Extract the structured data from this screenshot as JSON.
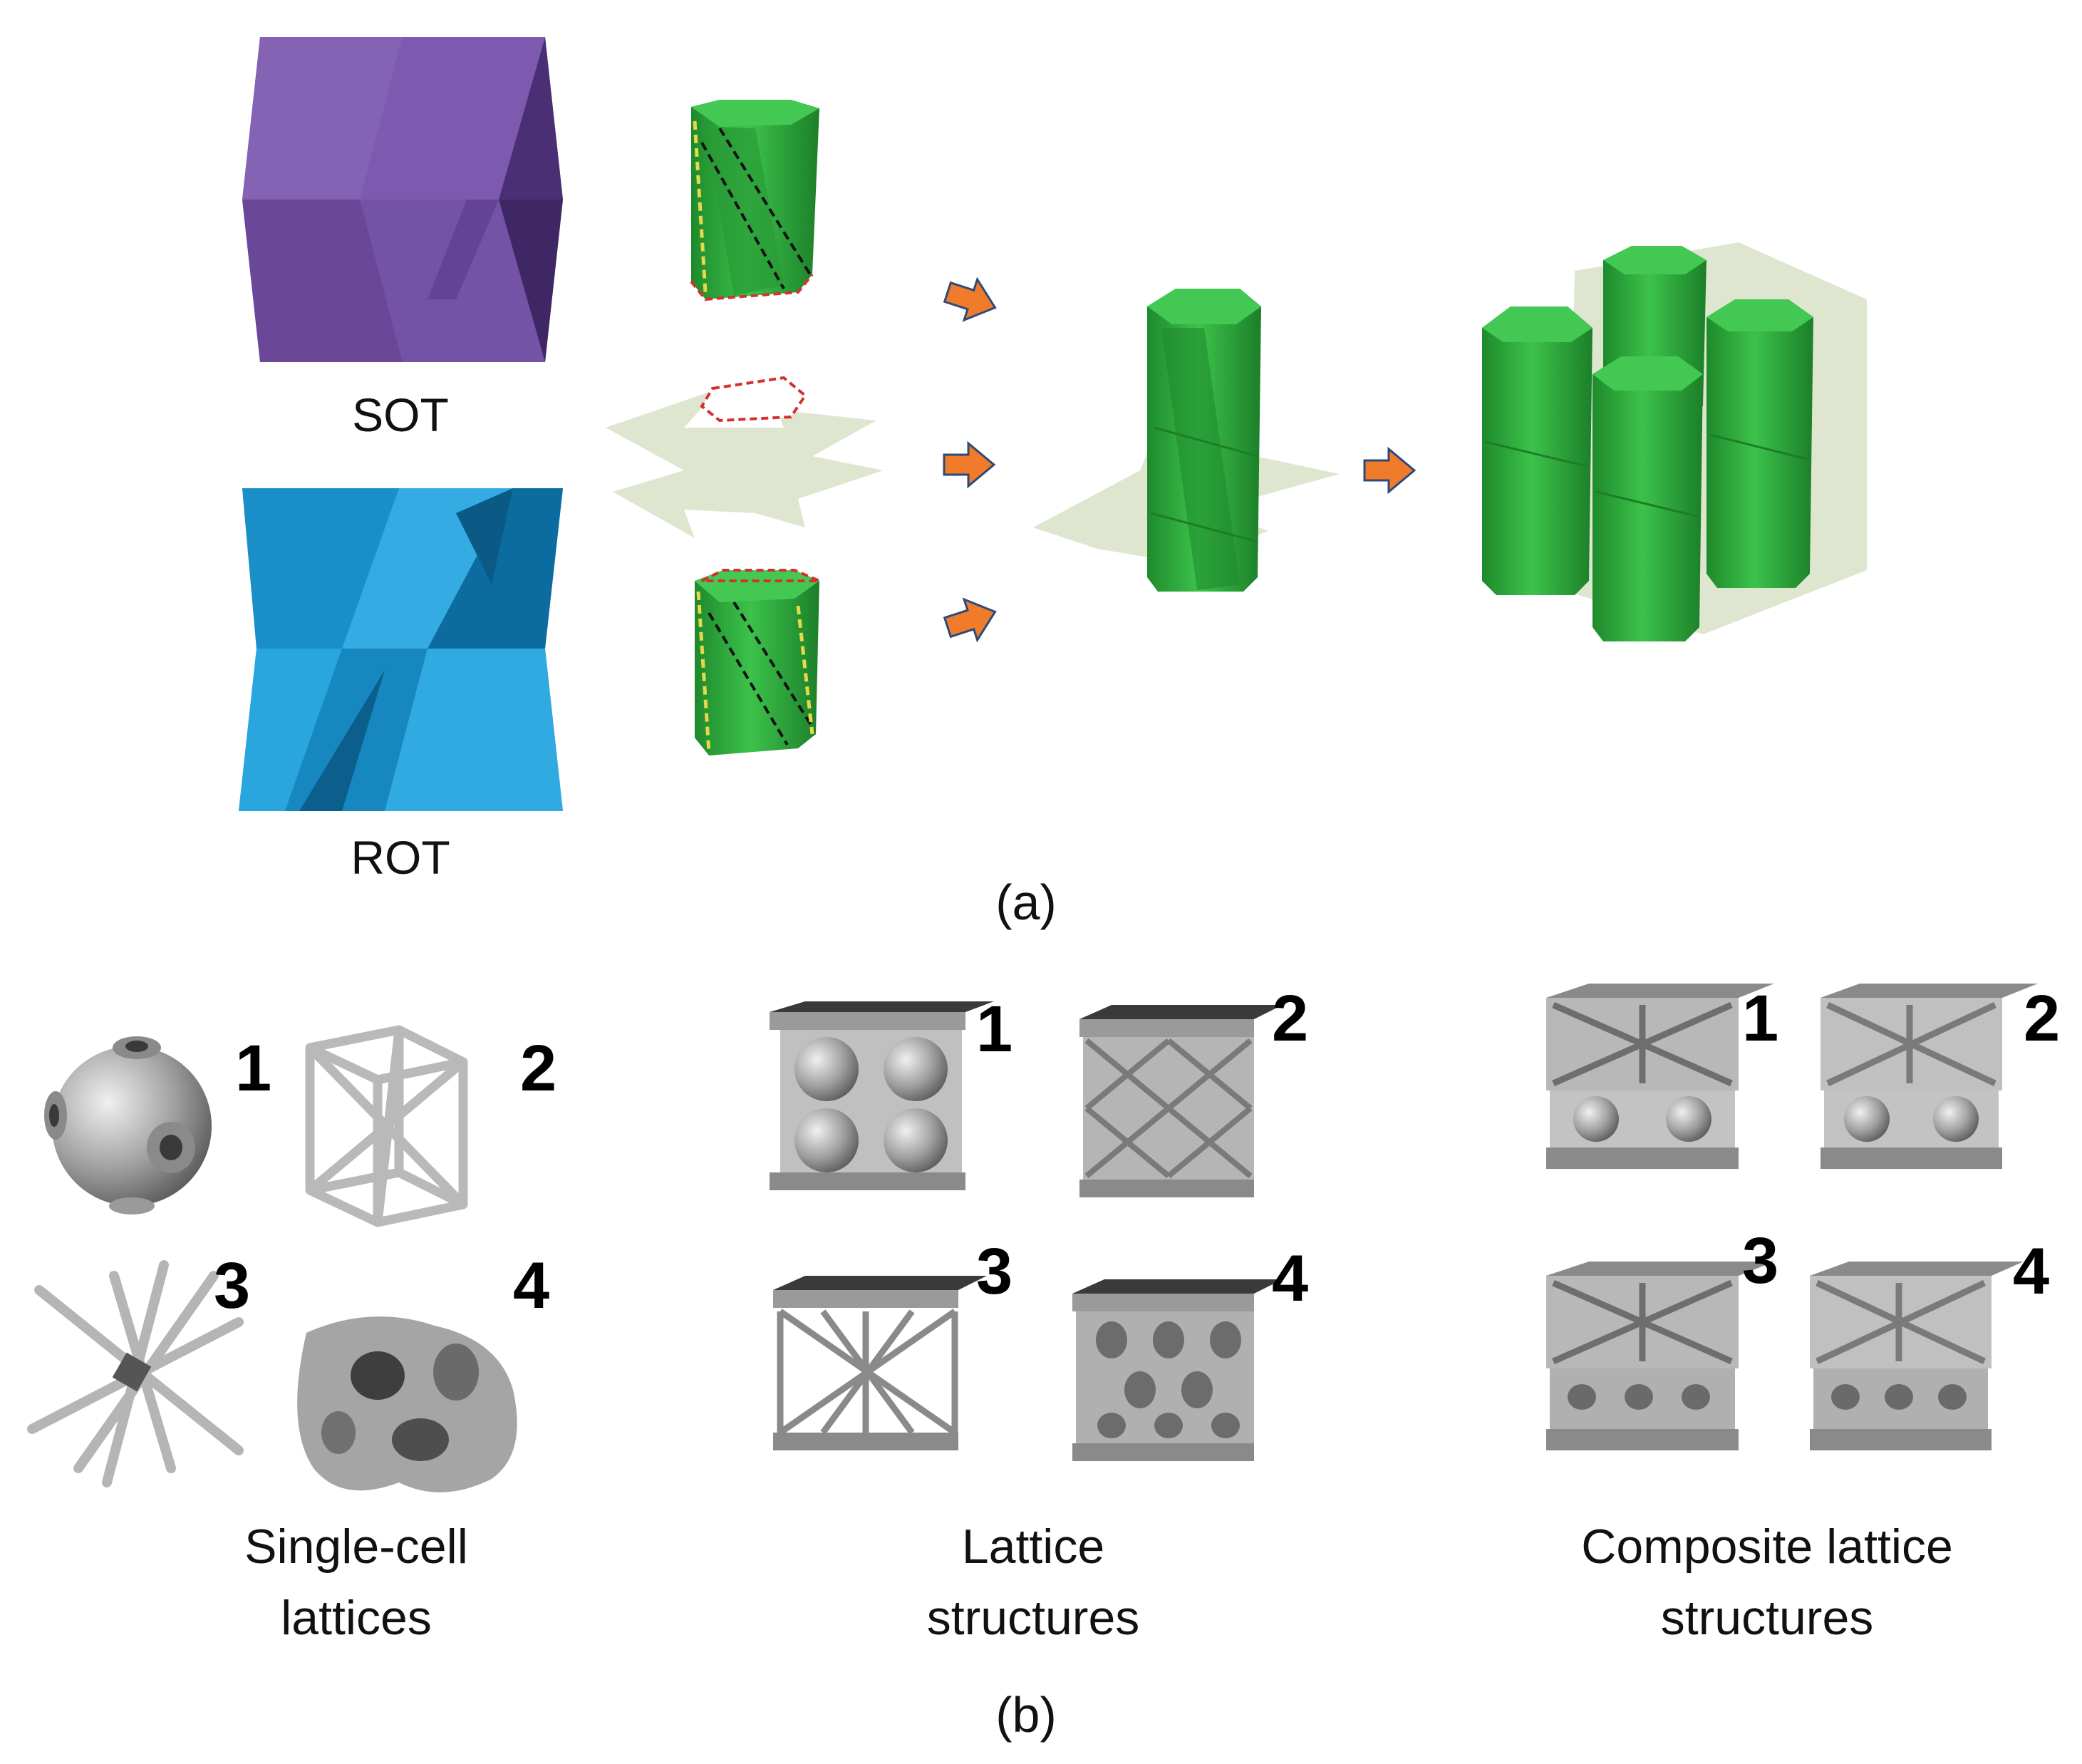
{
  "panel_a": {
    "caption": "(a)",
    "sot_label": "SOT",
    "rot_label": "ROT"
  },
  "panel_b": {
    "caption": "(b)",
    "groups": [
      {
        "caption_line1": "Single-cell",
        "caption_line2": "lattices",
        "numbers": [
          "1",
          "2",
          "3",
          "4"
        ]
      },
      {
        "caption_line1": "Lattice",
        "caption_line2": "structures",
        "numbers": [
          "1",
          "2",
          "3",
          "4"
        ]
      },
      {
        "caption_line1": "Composite lattice",
        "caption_line2": "structures",
        "numbers": [
          "1",
          "2",
          "3",
          "4"
        ]
      }
    ]
  },
  "colors": {
    "sot": "#7a55a8",
    "rot": "#1e9fd8",
    "green": "#2faa3a",
    "plane": "#dfe6cf",
    "arrow": "#f07b2a",
    "metal": "#a9a9a9"
  }
}
